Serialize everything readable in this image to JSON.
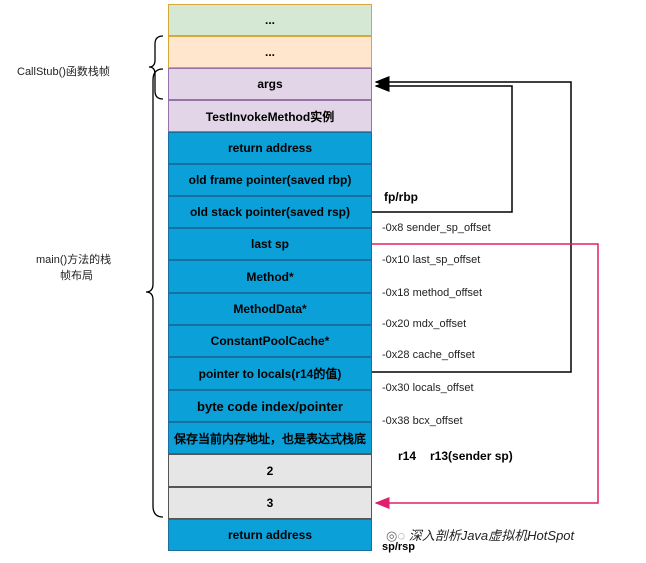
{
  "cells": [
    {
      "text": "...",
      "style": "green"
    },
    {
      "text": "...",
      "style": "orange"
    },
    {
      "text": "args",
      "style": "purple"
    },
    {
      "text": "TestInvokeMethod实例",
      "style": "purple"
    },
    {
      "text": "return address",
      "style": "blue"
    },
    {
      "text": "old frame pointer(saved rbp)",
      "style": "blue"
    },
    {
      "text": "old stack pointer(saved rsp)",
      "style": "blue"
    },
    {
      "text": "last sp",
      "style": "blue"
    },
    {
      "text": "Method*",
      "style": "blue"
    },
    {
      "text": "MethodData*",
      "style": "blue"
    },
    {
      "text": "ConstantPoolCache*",
      "style": "blue"
    },
    {
      "text": "pointer to locals(r14的值)",
      "style": "blue"
    },
    {
      "text": "byte code index/pointer",
      "style": "blue"
    },
    {
      "text": "保存当前内存地址，也是表达式栈底",
      "style": "blue"
    },
    {
      "text": "2",
      "style": "gray"
    },
    {
      "text": "3",
      "style": "gray"
    },
    {
      "text": "return address",
      "style": "blue"
    }
  ],
  "left_labels": {
    "callstub": "CallStub()函数栈帧",
    "main_line1": "main()方法的栈",
    "main_line2": "帧布局"
  },
  "offsets": [
    "-0x8  sender_sp_offset",
    "-0x10 last_sp_offset",
    "-0x18 method_offset",
    "-0x20 mdx_offset",
    "-0x28 cache_offset",
    "-0x30 locals_offset",
    "-0x38 bcx_offset"
  ],
  "registers": {
    "fp": "fp/rbp",
    "r14": "r14",
    "r13": "r13(sender sp)",
    "sp": "sp/rsp"
  },
  "watermark": "深入剖析Java虚拟机HotSpot",
  "colors": {
    "black_arrow": "#000000",
    "pink_arrow": "#e0206a"
  }
}
